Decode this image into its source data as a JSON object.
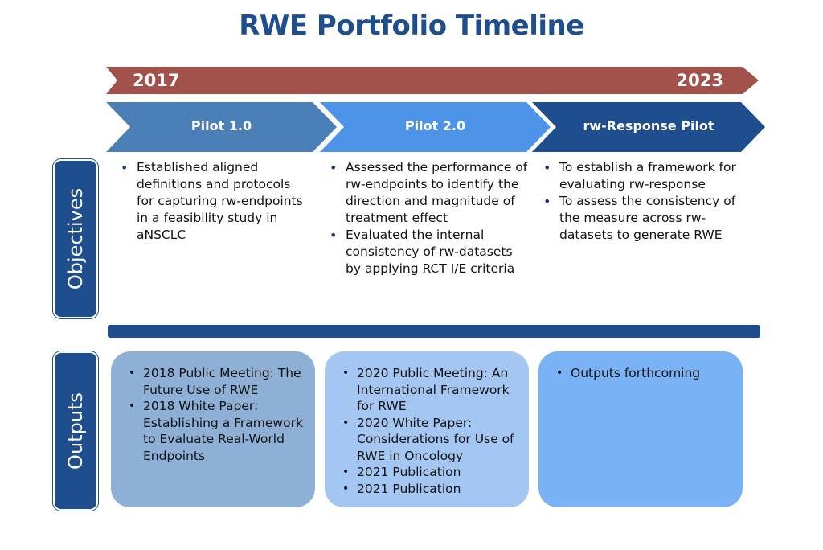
{
  "title": "RWE Portfolio Timeline",
  "timeline": {
    "start_year": "2017",
    "end_year": "2023"
  },
  "pilots": [
    {
      "label": "Pilot 1.0"
    },
    {
      "label": "Pilot 2.0"
    },
    {
      "label": "rw-Response Pilot"
    }
  ],
  "rows": {
    "objectives_label": "Objectives",
    "outputs_label": "Outputs"
  },
  "objectives": [
    [
      "Established aligned definitions and protocols for capturing rw-endpoints in a feasibility study in aNSCLC"
    ],
    [
      "Assessed the performance of rw-endpoints to identify the direction and magnitude of treatment effect",
      "Evaluated the internal consistency of rw-datasets by applying RCT I/E criteria"
    ],
    [
      "To establish a framework for evaluating rw-response",
      "To assess the consistency of the measure across rw-datasets to generate RWE"
    ]
  ],
  "outputs": [
    [
      "2018 Public Meeting: The Future Use of RWE",
      "2018 White Paper: Establishing a Framework to Evaluate Real-World Endpoints"
    ],
    [
      "2020 Public Meeting: An International Framework for RWE",
      "2020 White Paper: Considerations for Use of RWE in Oncology",
      "2021 Publication",
      "2021 Publication"
    ],
    [
      "Outputs forthcoming"
    ]
  ],
  "colors": {
    "title": "#1f4e8f",
    "year_arrow": "#a3514b",
    "pilot1": "#4a7fb8",
    "pilot2": "#4d94e8",
    "pilot3": "#1f4e8f",
    "out1": "#8fb0d6",
    "out2": "#a4c6f2",
    "out3": "#7ab3f5"
  }
}
